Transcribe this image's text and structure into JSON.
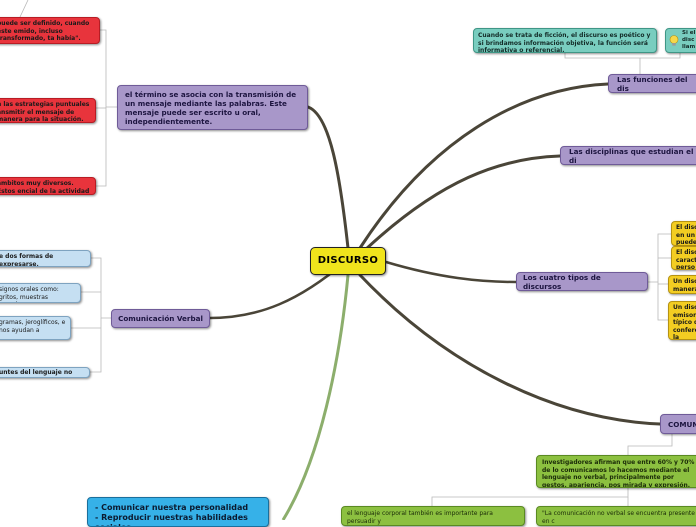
{
  "central": {
    "label": "DISCURSO"
  },
  "left_branches": {
    "definition": {
      "text": "el término se asocia con la transmisión de un mensaje mediante las palabras. Este mensaje puede ser escrito u oral, independientemente.",
      "children": [
        "puede ser definido, cuando éste emido, incluso transformado, ta había\".",
        "n las estrategias puntuales ansmitir el mensaje de manera para la situación.",
        "ámbitos muy diversos. Estos encial de la actividad política"
      ]
    },
    "verbal": {
      "label": "Comunicación Verbal",
      "children": [
        "e dos formas de expresarse,",
        "signos orales como: gritos, muestras emociones",
        "gramas, jeroglíficos, e nos ayudan a",
        "untes del lenguaje no verbal"
      ]
    },
    "bottom_box": {
      "lines": [
        "- Comunicar nuestra personalidad",
        "- Reproducir nuestras habilidades sociales"
      ]
    }
  },
  "right_branches": {
    "funciones": {
      "label": "Las funciones del dis",
      "children": [
        "Cuando se trata de ficción, el discurso es poético y si brindamos información objetiva, la función será informativa o referencial.",
        "Si el disc llam"
      ]
    },
    "disciplinas": {
      "label": "Las disciplinas que estudian el di"
    },
    "tipos": {
      "label": "Los cuatro tipos de discursos",
      "children": [
        "El disc en un puede",
        "El disc caracte perso",
        "Un disc manera",
        "Un disc emisor típico d confere la oralid"
      ]
    },
    "comun": {
      "label": "COMUN",
      "child": "Investigadores afirman que entre 60% y 70% de lo comunicamos lo hacemos mediante el lenguaje no verbal, principalmente por gestos, apariencia, pos mirada y expresión.",
      "grandchildren": [
        "el lenguaje corporal también es importante para persuadir y",
        "\"La comunicación no verbal se encuentra presente en c"
      ]
    }
  },
  "icons": {
    "bulb": "lightbulb-icon"
  },
  "colors": {
    "center": "#f0e41c",
    "branch": "#4a4538",
    "branch_green": "#8cae6c",
    "purple": "#a897c9",
    "red": "#e8343c",
    "teal": "#79cdbf",
    "yellow": "#f3cd22",
    "green": "#8cc040",
    "blue": "#36b1e8",
    "light_blue": "#c5dff2"
  }
}
